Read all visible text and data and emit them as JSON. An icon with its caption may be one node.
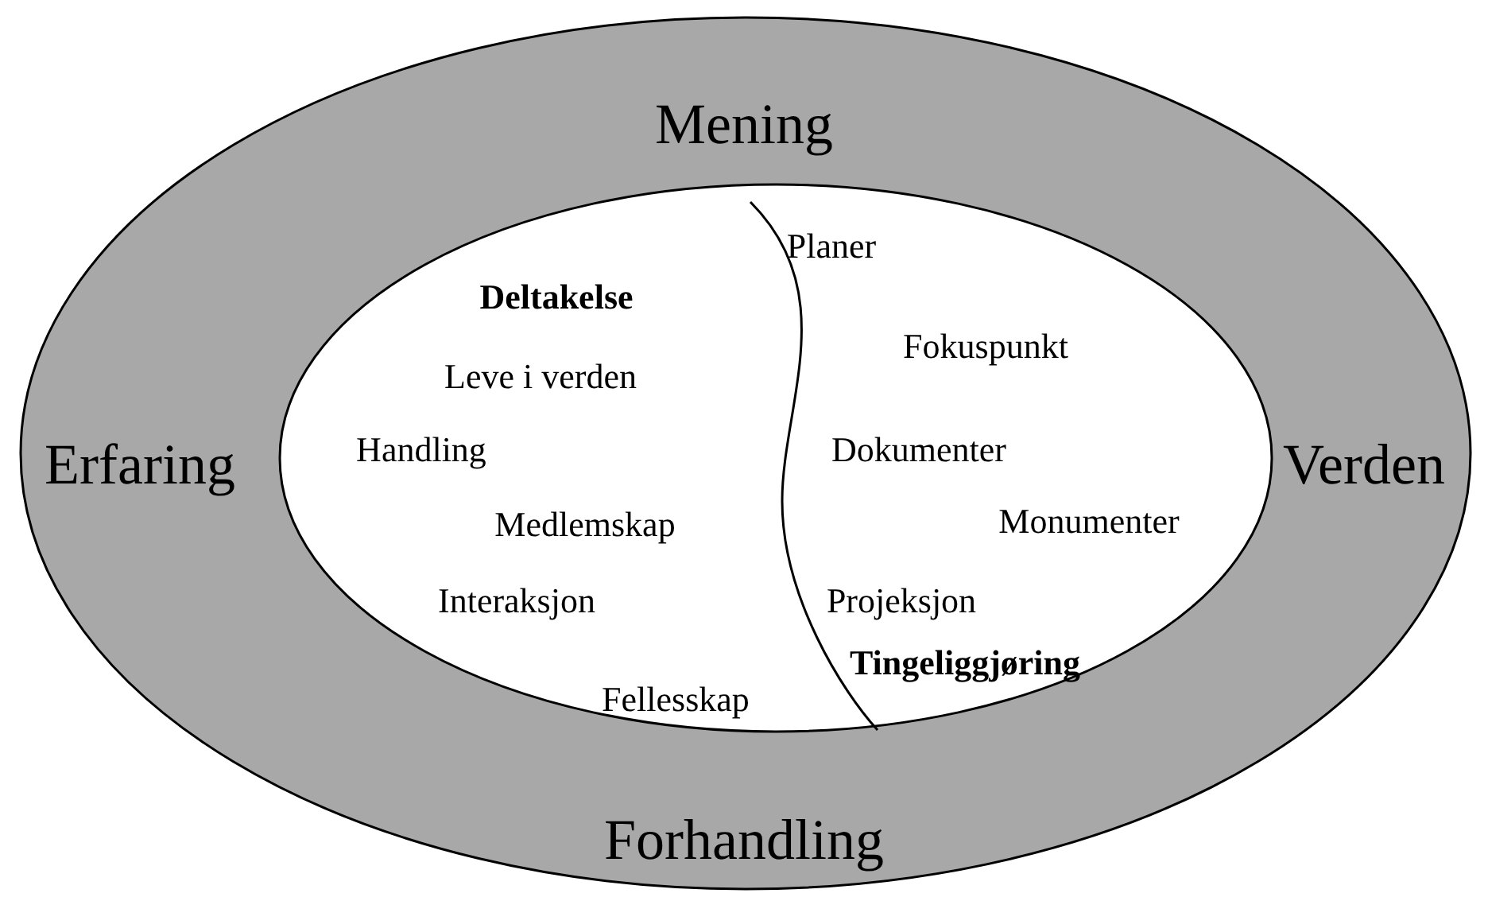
{
  "diagram": {
    "nodes": [
      {
        "text": [
          "Mening",
          "Erfaring",
          "Verden",
          "Forhandling"
        ]
      },
      {
        "text": [
          "Deltakelse",
          "Leve i verden",
          "Handling",
          "Medlemskap",
          "Interaksjon",
          "Fellesskap",
          "Planer",
          "Fokuspunkt",
          "Dokumenter",
          "Monumenter",
          "Projeksjon",
          "Tingeliggjøring"
        ],
        "in": 0
      }
    ]
  }
}
